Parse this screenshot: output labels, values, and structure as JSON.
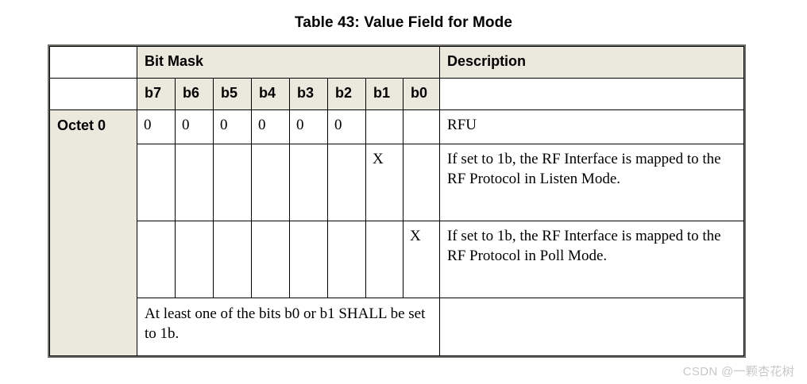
{
  "title": "Table 43: Value Field for Mode",
  "table": {
    "headers": {
      "corner": "",
      "bit_mask": "Bit Mask",
      "description": "Description",
      "corner2": "",
      "description_blank": ""
    },
    "bit_columns": [
      "b7",
      "b6",
      "b5",
      "b4",
      "b3",
      "b2",
      "b1",
      "b0"
    ],
    "octet_label": "Octet 0",
    "rows": [
      {
        "bits": [
          "0",
          "0",
          "0",
          "0",
          "0",
          "0",
          "",
          ""
        ],
        "description": "RFU"
      },
      {
        "bits": [
          "",
          "",
          "",
          "",
          "",
          "",
          "X",
          ""
        ],
        "description": "If set to 1b, the RF Interface is mapped to the RF Protocol in Listen Mode."
      },
      {
        "bits": [
          "",
          "",
          "",
          "",
          "",
          "",
          "",
          "X"
        ],
        "description": "If set to 1b, the RF Interface is mapped to the RF Protocol in Poll Mode."
      }
    ],
    "note_row": {
      "note": "At least one of the bits b0 or b1 SHALL be set to 1b.",
      "description": ""
    }
  },
  "watermark": "CSDN @一颗杏花树",
  "colors": {
    "header_bg": "#ebe9de",
    "border": "#000000",
    "frame": "#6f6f6a",
    "text": "#000000",
    "watermark": "#c8c8c8"
  }
}
